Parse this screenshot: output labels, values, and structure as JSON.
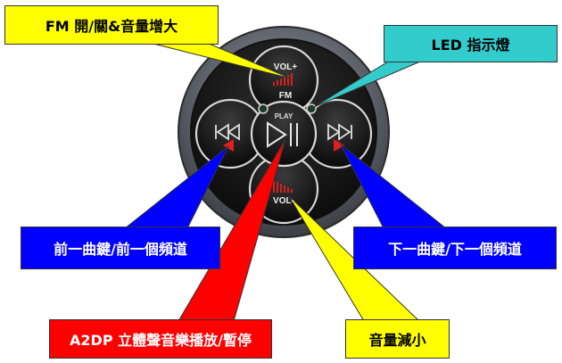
{
  "callouts": {
    "fm": "FM 開/關&音量增大",
    "led": "LED 指示燈",
    "prev": "前一曲鍵/前一個頻道",
    "next": "下一曲鍵/下一個頻道",
    "a2dp": "A2DP 立體聲音樂播放/暫停",
    "vol_down": "音量減小"
  },
  "device": {
    "vol_up_label": "VOL+",
    "fm_label": "FM",
    "play_label": "PLAY",
    "vol_down_label": "VOL-"
  },
  "colors": {
    "yellow": "#ffff00",
    "cyan": "#33cccc",
    "blue": "#0000ff",
    "red": "#ff0000",
    "body": "#1a1a1a",
    "bezel": "#6b6f76"
  }
}
